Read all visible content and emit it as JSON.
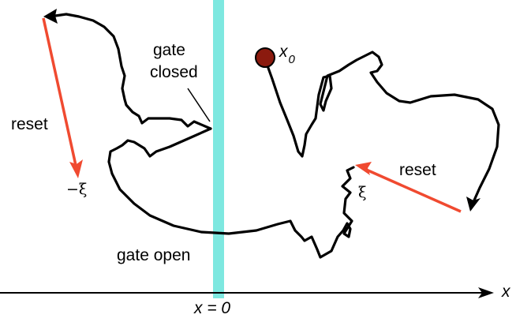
{
  "labels": {
    "gate_closed_line1": "gate",
    "gate_closed_line2": "closed",
    "gate_open": "gate open",
    "reset_left": "reset",
    "reset_right": "reset",
    "x0_base": "x",
    "x0_sub": "0",
    "minus_xi": "−ξ",
    "xi": "ξ",
    "x_axis": "x",
    "x_equals_zero": "x = 0"
  },
  "colors": {
    "gate": "#7ee8e0",
    "reset_arrow": "#f04a30",
    "start_point": "#8b1a0e",
    "path": "#000000",
    "axis": "#000000"
  }
}
